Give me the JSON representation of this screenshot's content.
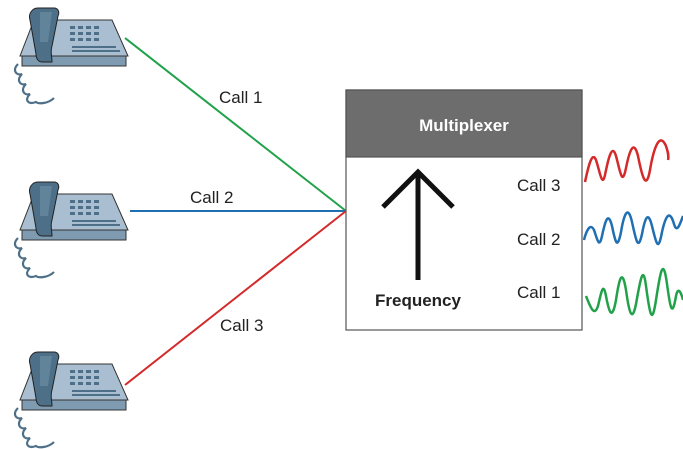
{
  "multiplexer": {
    "title": "Multiplexer",
    "axis_label": "Frequency",
    "channel_labels": [
      "Call 3",
      "Call 2",
      "Call 1"
    ]
  },
  "calls": [
    {
      "label": "Call 1",
      "color": "#21a24a"
    },
    {
      "label": "Call 2",
      "color": "#1f6fb2"
    },
    {
      "label": "Call 3",
      "color": "#d42a2a"
    }
  ],
  "icons": [
    "telephone-icon",
    "frequency-arrow-icon",
    "waveform-icon"
  ],
  "colors": {
    "header_bg": "#6d6d6d",
    "phone_body": "#a9bfd1",
    "phone_handset": "#4d7088",
    "box_border": "#555555"
  }
}
